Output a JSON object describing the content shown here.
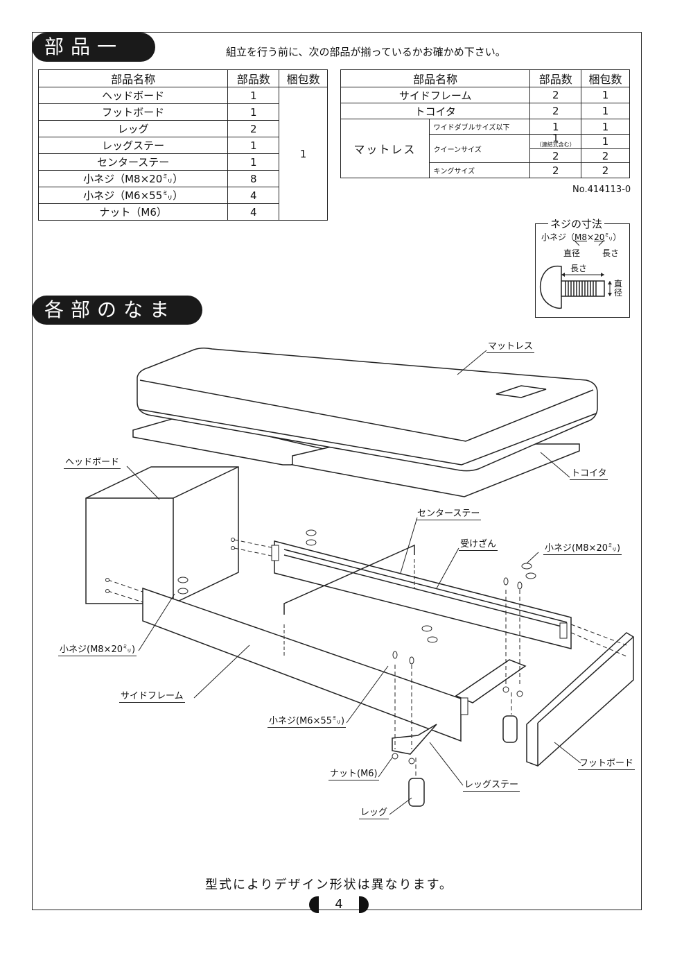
{
  "section1": {
    "title": "部品一覧"
  },
  "intro": "組立を行う前に、次の部品が揃っているかお確かめ下さい。",
  "table1": {
    "headers": [
      "部品名称",
      "部品数",
      "梱包数"
    ],
    "rows": [
      {
        "name": "ヘッドボード",
        "qty": "1"
      },
      {
        "name": "フットボード",
        "qty": "1"
      },
      {
        "name": "レッグ",
        "qty": "2"
      },
      {
        "name": "レッグステー",
        "qty": "1"
      },
      {
        "name": "センターステー",
        "qty": "1"
      },
      {
        "name": "小ネジ（M8×20㍉）",
        "qty": "8"
      },
      {
        "name": "小ネジ（M6×55㍉）",
        "qty": "4"
      },
      {
        "name": "ナット（M6）",
        "qty": "4"
      }
    ],
    "package": "1"
  },
  "table2": {
    "headers": [
      "部品名称",
      "部品数",
      "梱包数"
    ],
    "side_frame": {
      "name": "サイドフレーム",
      "qty": "2",
      "pkg": "1"
    },
    "slats": {
      "name": "トコイタ",
      "qty": "2",
      "pkg": "1"
    },
    "mattress": {
      "name": "マットレス",
      "wide_double": {
        "label": "ワイドダブルサイズ以下",
        "qty": "1",
        "pkg": "1"
      },
      "queen": {
        "label": "クイーンサイズ",
        "qty1": "1",
        "note": "（連結式含む）",
        "pkg1": "1",
        "qty2": "2",
        "pkg2": "2"
      },
      "king": {
        "label": "キングサイズ",
        "qty": "2",
        "pkg": "2"
      }
    }
  },
  "lot_number": "No.414113-0",
  "screw_box": {
    "title": "ネジの寸法",
    "spec_prefix": "小ネジ（",
    "spec_diameter": "M8",
    "spec_mid": "×",
    "spec_length": "20",
    "spec_unit": "㍉）",
    "diameter_label": "直径",
    "length_label": "長さ",
    "length_dim": "長さ",
    "diam_dim": "直径"
  },
  "section2": {
    "title": "各部のなまえ"
  },
  "labels": {
    "mattress": "マットレス",
    "slats": "トコイタ",
    "headboard": "ヘッドボード",
    "center_stay": "センターステー",
    "rail": "受けざん",
    "screw_m8_right": "小ネジ(M8×20㍉)",
    "screw_m8_left": "小ネジ(M8×20㍉)",
    "side_frame": "サイドフレーム",
    "screw_m6": "小ネジ(M6×55㍉)",
    "footboard": "フットボード",
    "nut": "ナット(M6)",
    "leg_stay": "レッグステー",
    "leg": "レッグ"
  },
  "footer": "型式によりデザイン形状は異なります。",
  "page_number": "4"
}
